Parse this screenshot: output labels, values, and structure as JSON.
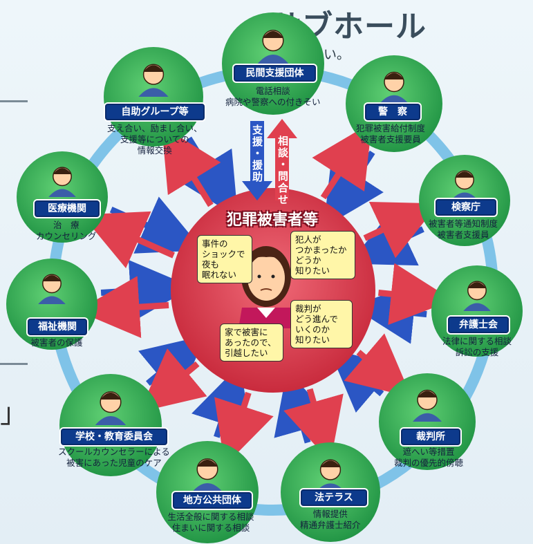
{
  "fragments": {
    "top_title": "サブホール",
    "top_sub": "用ください。",
    "left_bracket": "」"
  },
  "center": {
    "title": "犯罪被害者等",
    "bubbles": [
      "事件の\nショックで\n夜も\n眠れない",
      "犯人が\nつかまったか\nどうか\n知りたい",
      "裁判が\nどう進んで\nいくのか\n知りたい",
      "家で被害に\nあったので、\n引越したい"
    ]
  },
  "arrows": {
    "support_label": "支援・援助",
    "consult_label": "相談・問合せ"
  },
  "nodes": [
    {
      "id": "minkan",
      "label": "民間支援団体",
      "text": [
        "電話相談",
        "病院や警察への付きそい"
      ]
    },
    {
      "id": "keisatsu",
      "label": "警　察",
      "text": [
        "犯罪被害給付制度",
        "被害者支援要員"
      ]
    },
    {
      "id": "kensatsu",
      "label": "検察庁",
      "text": [
        "被害者等通知制度",
        "被害者支援員"
      ]
    },
    {
      "id": "bengoshi",
      "label": "弁護士会",
      "text": [
        "法律に関する相談",
        "訴訟の支援"
      ]
    },
    {
      "id": "saibansho",
      "label": "裁判所",
      "text": [
        "遮へい等措置",
        "裁判の優先的傍聴"
      ]
    },
    {
      "id": "houterasu",
      "label": "法テラス",
      "text": [
        "情報提供",
        "精通弁護士紹介"
      ]
    },
    {
      "id": "chihou",
      "label": "地方公共団体",
      "text": [
        "生活全般に関する相談",
        "住まいに関する相談"
      ]
    },
    {
      "id": "gakkou",
      "label": "学校・教育委員会",
      "text": [
        "スクールカウンセラーによる",
        "被害にあった児童のケア"
      ]
    },
    {
      "id": "fukushi",
      "label": "福祉機関",
      "text": [
        "被害者の保護"
      ]
    },
    {
      "id": "iryou",
      "label": "医療機関",
      "text": [
        "治　療",
        "カウンセリング"
      ]
    },
    {
      "id": "jijo",
      "label": "自助グループ等",
      "text": [
        "支え合い、励まし合い、",
        "支援等についての",
        "情報交換"
      ]
    }
  ],
  "colors": {
    "node_green": "#2fa84f",
    "ring_blue": "#7fc3e8",
    "label_navy": "#0d3a8c",
    "arrow_red": "#e0404f",
    "arrow_blue": "#2b56c4",
    "center_red": "#d8394a",
    "bubble_yellow": "#fff6a8"
  }
}
